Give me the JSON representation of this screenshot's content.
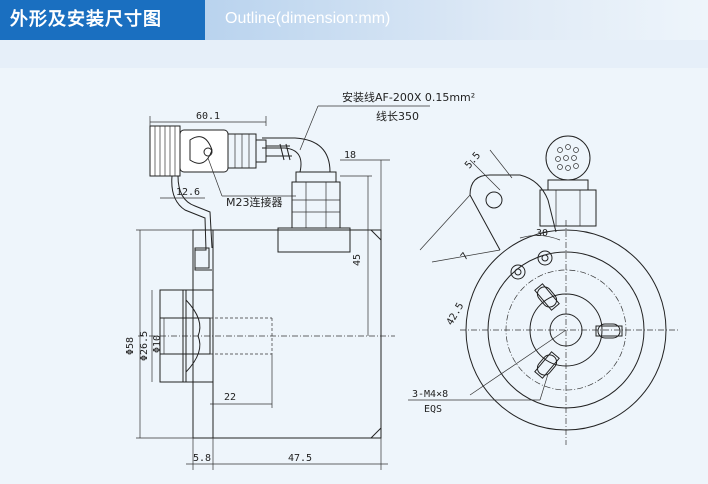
{
  "header": {
    "title_cn": "外形及安装尺寸图",
    "title_en": "Outline(dimension:mm)"
  },
  "labels": {
    "cable": "安装线AF-200X 0.15mm²",
    "cable_length": "线长350",
    "connector": "M23连接器",
    "dim_60_1": "60.1",
    "dim_18": "18",
    "dim_12_6": "12.6",
    "dim_45": "45",
    "dim_phi58": "Φ58",
    "dim_phi26_5": "Φ26.5",
    "dim_phi10": "Φ10",
    "dim_22": "22",
    "dim_5_8": "5.8",
    "dim_47_5": "47.5",
    "dim_5_5": "5.5",
    "dim_7": "7",
    "dim_30": "30",
    "dim_42_5": "42.5",
    "screws": "3-M4×8",
    "eqs": "EQS"
  },
  "colors": {
    "accent": "#1a6fc0",
    "background": "#eef5fb"
  }
}
